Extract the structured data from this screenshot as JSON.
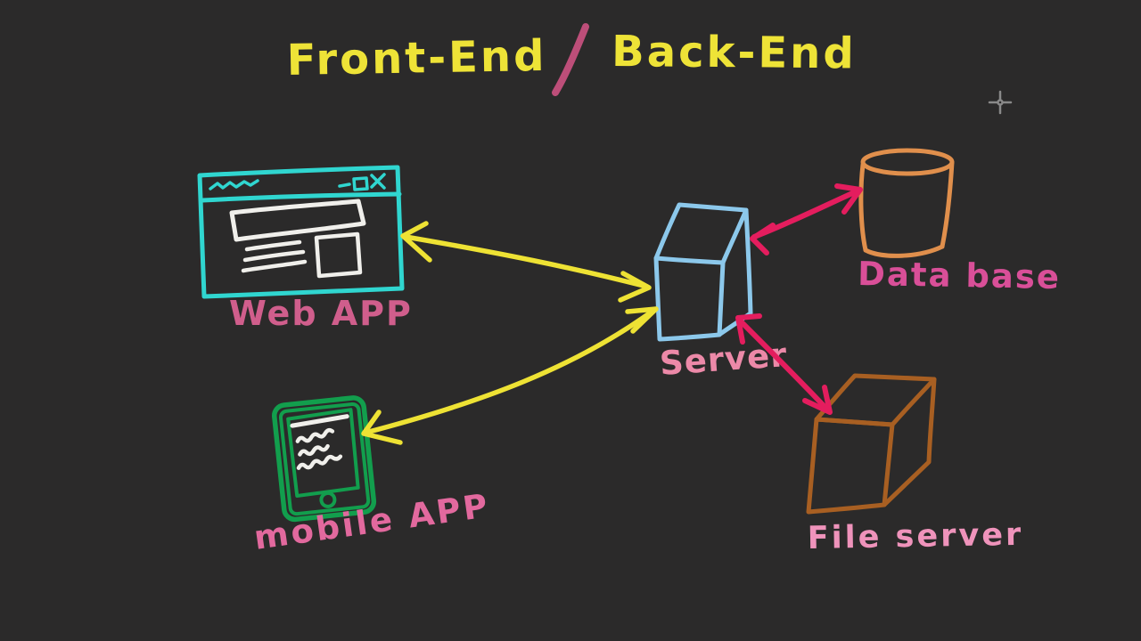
{
  "title": {
    "left": "Front-End",
    "separator": "/",
    "right": "Back-End"
  },
  "nodes": {
    "web_app": {
      "label": "Web  APP",
      "shape": "browser-window-sketch"
    },
    "mobile_app": {
      "label": "mobile APP",
      "shape": "smartphone-sketch"
    },
    "server": {
      "label": "Server",
      "shape": "3d-box-sketch"
    },
    "database": {
      "label": "Data base",
      "shape": "cylinder-sketch"
    },
    "file_server": {
      "label": "File server",
      "shape": "3d-box-sketch"
    }
  },
  "connections": [
    {
      "from": "web_app",
      "to": "server",
      "direction": "bidirectional",
      "color_key": "arrow_yellow"
    },
    {
      "from": "mobile_app",
      "to": "server",
      "direction": "bidirectional",
      "color_key": "arrow_yellow"
    },
    {
      "from": "server",
      "to": "database",
      "direction": "bidirectional",
      "color_key": "arrow_pink"
    },
    {
      "from": "server",
      "to": "file_server",
      "direction": "bidirectional",
      "color_key": "arrow_pink"
    }
  ],
  "icons": {
    "browser_minimize": "minimize-icon",
    "browser_maximize": "maximize-icon",
    "browser_close": "close-icon",
    "cursor": "crosshair-cursor-icon"
  },
  "colors": {
    "background": "#2b2a2a",
    "title_yellow": "#eee337",
    "slash_pink": "#bd4e79",
    "web_cyan": "#30d6d0",
    "sketch_white": "#f0efeb",
    "web_label_pink": "#d05e8c",
    "phone_green": "#129e4d",
    "mobile_label_pink": "#e2699e",
    "server_blue": "#8cc8eb",
    "server_label_pink": "#ec89a8",
    "database_orange": "#e08f4c",
    "database_label_pink": "#d94f98",
    "fileserver_orange": "#a85f22",
    "fileserver_label_pink": "#ef93bb",
    "arrow_yellow": "#eee234",
    "arrow_pink": "#e41d5e",
    "cursor_gray": "#9a9a9a"
  }
}
